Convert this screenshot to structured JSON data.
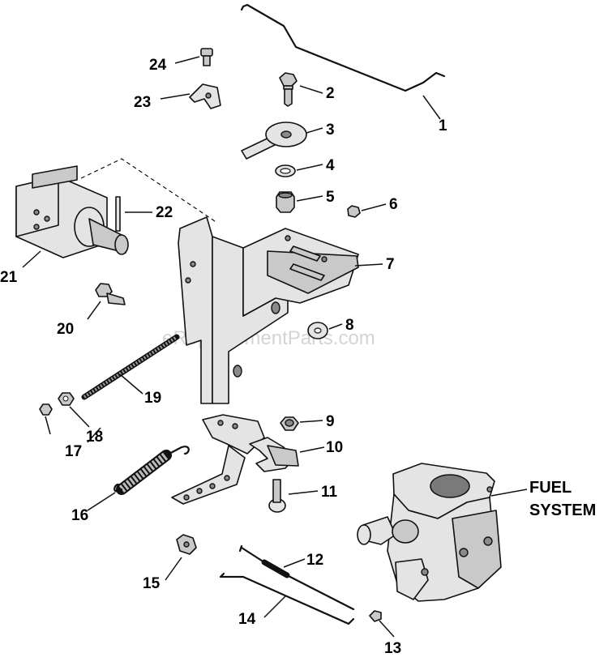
{
  "callouts": [
    {
      "id": "1",
      "label": "1"
    },
    {
      "id": "2",
      "label": "2"
    },
    {
      "id": "3",
      "label": "3"
    },
    {
      "id": "4",
      "label": "4"
    },
    {
      "id": "5",
      "label": "5"
    },
    {
      "id": "6",
      "label": "6"
    },
    {
      "id": "7",
      "label": "7"
    },
    {
      "id": "8",
      "label": "8"
    },
    {
      "id": "9",
      "label": "9"
    },
    {
      "id": "10",
      "label": "10"
    },
    {
      "id": "11",
      "label": "11"
    },
    {
      "id": "12",
      "label": "12"
    },
    {
      "id": "13",
      "label": "13"
    },
    {
      "id": "14",
      "label": "14"
    },
    {
      "id": "15",
      "label": "15"
    },
    {
      "id": "16",
      "label": "16"
    },
    {
      "id": "17",
      "label": "17"
    },
    {
      "id": "18",
      "label": "18"
    },
    {
      "id": "19",
      "label": "19"
    },
    {
      "id": "20",
      "label": "20"
    },
    {
      "id": "21",
      "label": "21"
    },
    {
      "id": "22",
      "label": "22"
    },
    {
      "id": "23",
      "label": "23"
    },
    {
      "id": "24",
      "label": "24"
    }
  ],
  "fuel_system_label": {
    "line1": "FUEL",
    "line2": "SYSTEM"
  },
  "watermark": "eReplacementParts.com"
}
